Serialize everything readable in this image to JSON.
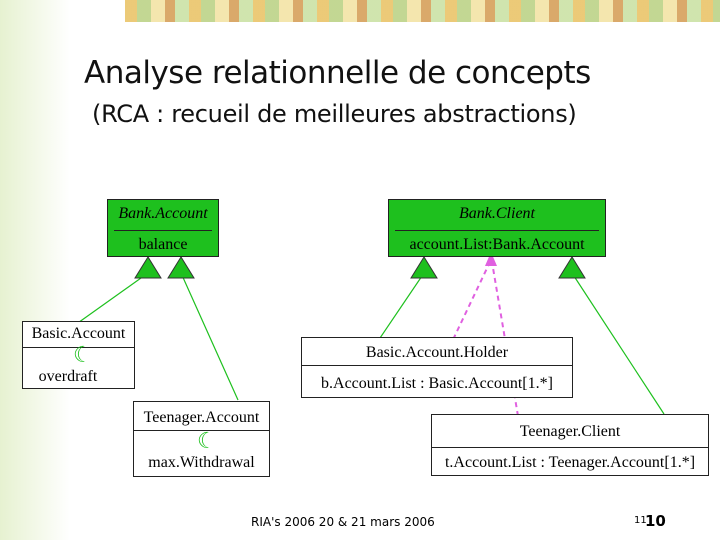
{
  "slide": {
    "title": "Analyse relationnelle de concepts",
    "subtitle": "(RCA : recueil de meilleures abstractions)",
    "footer": "RIA's 2006 20 & 21 mars 2006",
    "page_small": "11",
    "page_big": "10"
  },
  "classes": {
    "bank_account": {
      "name": "Bank.Account",
      "attr": "balance"
    },
    "bank_client": {
      "name": "Bank.Client",
      "attr": "account.List:Bank.Account"
    },
    "basic_account": {
      "name": "Basic.Account",
      "attr": "overdraft"
    },
    "basic_account_holder": {
      "name": "Basic.Account.Holder",
      "attr": "b.Account.List : Basic.Account[1.*]"
    },
    "teenager_account": {
      "name": "Teenager.Account",
      "attr": "max.Withdrawal"
    },
    "teenager_client": {
      "name": "Teenager.Client",
      "attr": "t.Account.List : Teenager.Account[1.*]"
    }
  },
  "colors": {
    "concept_fill": "#1ec01e",
    "inheritance_line": "#1ec01e",
    "relation_line": "#e060e0"
  }
}
